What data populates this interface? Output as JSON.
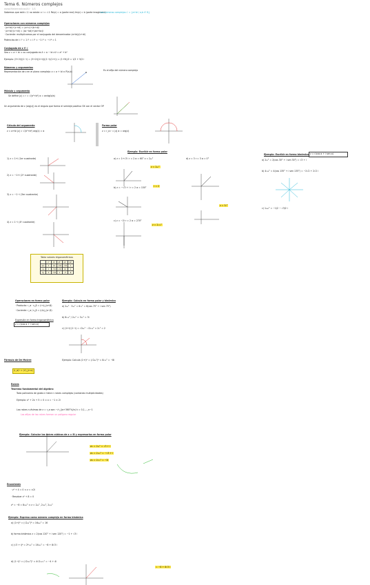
{
  "header": {
    "title": "Tema 6. Números complejos",
    "subtitle": "www.MatematicasUU · 1/1"
  },
  "notes": {
    "intro": "Sabemos que está  √-1 no existe  ⇒  i = √-1   Re(z) = a (parte real)  Im(z) = b (parte imaginaria)",
    "intro_cyan": "Los números complejos ℂ = {a+bi / a,b ∈ ℝ}",
    "ops_title": "Operaciones con números complejos",
    "ops1": "· (a+bi)+(c+di) = (a+c)+(b+d)i",
    "ops2": "· (a+bi)·(c+di) = (ac−bd)+(ad+bc)i",
    "ops3": "· Cociente: multiplicamos por el conjugado del denominador (a+bi)/(c+di)",
    "ops4": "Potencias de i:  i⁰ = 1   i¹ = i   i² = −1   i³ = −i   i⁴ = 1",
    "conj_title": "Conjugado de z ∈ ℂ",
    "conj1": "Sea z = a + bi ⇒ su conjugado es z̄ = a − bi   z·z̄ = a² + b²",
    "conj2": "Ejemplo: (3+2i)/(1−i) = (3+2i)(1+i)/((1−i)(1+i)) = (1+5i)/2 = 1/2 + 5/2 i",
    "rep_title": "Números y argumentos",
    "rep1": "Representación de z en el plano complejo:  z = a + bi ⇔ P(a,b)",
    "rep2": "Es el afijo del número complejo",
    "mod_title": "Módulo y argumento",
    "mod1": "Se define |z| = r = √(a²+b²)   α = arctg(b/a)",
    "mod2": "Un argumento de z (arg(z)) es el ángulo que forma el semieje positivo OX con el vector OP",
    "arg_title": "Cálculo del argumento",
    "arg1": "z = a+bi  |z| = √(a²+b²)  arg(z) = α",
    "polar_title": "Forma polar",
    "polar1": "z = r_α   r = |z|   α = arg(z)",
    "cases1": "1) z = 1+i  (1er cuadrante)",
    "cases2": "2) z = −1+i  (2º cuadrante)",
    "cases3": "3) z = −1−i  (3er cuadrante)",
    "cases4": "4) z = 1−i  (4º cuadrante)",
    "pol_ex_title": "Ejemplo: Escribir en forma polar",
    "pol_a": "a) z = 1+√3 i   r = 2   α = 60°   z = 2₆₀°",
    "pol_b": "b) z = −√3 + i   r = 2   α = 150°",
    "pol_c": "c) z = −2i   r = 2   α = 270°",
    "pol_d": "d) z = 3   r = 3   α = 0°",
    "bin_title": "Ejemplo: Escribir en forma binómica",
    "bin_formula": "z = r(cos α + i sen α)",
    "bin1": "a) 2₃₀° = 2(cos 30° + i sen 30°) = √3 + i",
    "bin2": "b) 4₁₃₅° = 4(cos 135° + i sen 135°) = −2√2 + 2√2 i",
    "bin3": "c) 1₂₄₀° = −1/2 − √3/2 i",
    "table_caption": "Tabla valores trigonométricos",
    "table_header": [
      "",
      "0°",
      "30°",
      "45°",
      "60°",
      "90°"
    ],
    "table_rows": [
      [
        "sen",
        "0",
        "1/2",
        "√2/2",
        "√3/2",
        "1"
      ],
      [
        "cos",
        "1",
        "√3/2",
        "√2/2",
        "1/2",
        "0"
      ],
      [
        "tg",
        "0",
        "√3/3",
        "1",
        "√3",
        "∄"
      ]
    ],
    "polops_title": "Operaciones en forma polar",
    "polops1": "· Producto: r_α · s_β = (r·s)_(α+β)",
    "polops2": "· Cociente: r_α / s_β = (r/s)_(α−β)",
    "trig_title": "Expresión en forma trigonométrica",
    "trig1": "z = r(cos α + i sen α)",
    "polex_title": "Ejemplo: Calcula en forma polar y binómica",
    "polex1": "a) 2₄₅° · 3₃₀° = 6₇₅° = 6(cos 75° + i sen 75°)",
    "polex2": "b) 6₁₂₀° / 2₃₀° = 3₉₀° = 3i",
    "polex3": "c) (1+i)·(1−i) = √2₄₅° · √2₃₁₅° = 2₀° = 2",
    "moivre_title": "Fórmula de De Moivre",
    "moivre1": "(r_α)ⁿ = (rⁿ)_(n·α)",
    "moivre_ex": "Ejemplo: Calcula (1+i)⁶ = (√2₄₅°)⁶ = 8₂₇₀° = −8i",
    "roots_title": "Raíces",
    "roots1": "Teorema fundamental del álgebra:",
    "roots2": "Todo polinomio de grado n tiene n raíces complejas (contando multiplicidades)",
    "roots3": "Ejemplo: x² + 2x + 5 = 0  ⇒  x = −1 ± 2i",
    "roots4": "Las raíces n-ésimas de z = r_α son: ⁿ√r_((α+360°k)/n)  k = 0,1,…,n−1",
    "roots5": "Los afijos de las raíces forman un polígono regular",
    "roots_ex": "Ejemplo: Calcular las raíces cúbicas de z = 8i y expresarlas en forma polar",
    "roots_r1": "w₁ = 2₃₀° = √3 + i",
    "roots_r2": "w₂ = 2₁₅₀° = −√3 + i",
    "roots_r3": "w₃ = 2₂₇₀° = −2i",
    "eq_title": "Ecuaciones",
    "eq1": "· z² + 4 = 0  ⇒  z = ±2i",
    "eq2": "· Resolver z³ + 8 = 0",
    "eq3": "z³ = −8 = 8₁₈₀°  ⇒  z = 2₆₀°, 2₁₈₀°, 2₃₀₀°",
    "last_title": "Ejemplo: Expresa como número complejo en forma binómica",
    "last1": "a) (1+i)⁸ = (√2₄₅°)⁸ = 16₃₆₀° = 16",
    "last2": "b) forma binómica  z = 2(cos 120° + i sen 120°) = −1 + √3 i",
    "last3": "c) (√3 + i)⁴ = 2⁴₁₂₀° = 16₁₂₀° = −8 + 8√3 i",
    "last4": "d) (1−i)⁵ = (√2₃₁₅°)⁵ = 4√2₁₅₇₅° = −4 + 4i",
    "ans_a": "z = 2₆₀°",
    "ans_b": "r = 2",
    "ans_c": "z = 2₂₇₀°",
    "ans_d": "z = 3₀°",
    "ans_final": "= −8 + 8√3 i"
  },
  "colors": {
    "highlight": "#ffe94a",
    "accent_cyan": "#24b7d8",
    "accent_green": "#2dbb2d",
    "accent_pink": "#ff64b4",
    "axis_red": "#e03030",
    "table_border": "#c8b400"
  }
}
